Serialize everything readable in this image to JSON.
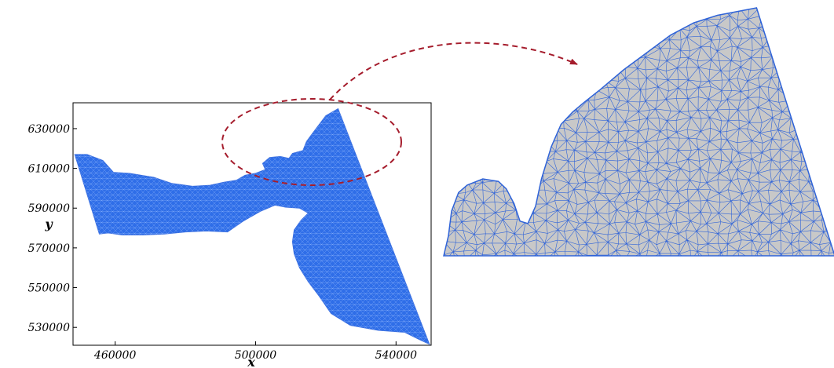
{
  "colors": {
    "mesh_fill": "#2f6ee8",
    "mesh_edge": "#3a6fe0",
    "zoom_background": "#c8c8c8",
    "zoom_edge": "#2f63d8",
    "callout": "#a51c2c",
    "axis": "#000000"
  },
  "plot": {
    "xlabel": "x",
    "ylabel": "y",
    "x_ticks": [
      {
        "value": 460000,
        "label": "460000"
      },
      {
        "value": 500000,
        "label": "500000"
      },
      {
        "value": 540000,
        "label": "540000"
      }
    ],
    "y_ticks": [
      {
        "value": 630000,
        "label": "630000"
      },
      {
        "value": 610000,
        "label": "610000"
      },
      {
        "value": 590000,
        "label": "590000"
      },
      {
        "value": 570000,
        "label": "570000"
      },
      {
        "value": 550000,
        "label": "550000"
      },
      {
        "value": 530000,
        "label": "530000"
      }
    ],
    "xlim": [
      448000,
      550000
    ],
    "ylim": [
      521000,
      643000
    ],
    "domain_outline_xy": [
      [
        448500,
        617000
      ],
      [
        452000,
        617000
      ],
      [
        456500,
        614000
      ],
      [
        459500,
        608000
      ],
      [
        464000,
        607500
      ],
      [
        471000,
        605500
      ],
      [
        476000,
        602500
      ],
      [
        482000,
        601000
      ],
      [
        487000,
        601500
      ],
      [
        491000,
        603000
      ],
      [
        494500,
        604000
      ],
      [
        497000,
        606500
      ],
      [
        500000,
        607500
      ],
      [
        503000,
        609500
      ],
      [
        506000,
        609000
      ],
      [
        507000,
        607500
      ],
      [
        503500,
        606500
      ],
      [
        502000,
        612500
      ],
      [
        504000,
        615500
      ],
      [
        507000,
        616000
      ],
      [
        509500,
        615000
      ],
      [
        510500,
        617500
      ],
      [
        513500,
        619000
      ],
      [
        514500,
        623500
      ],
      [
        517000,
        629500
      ],
      [
        520000,
        636500
      ],
      [
        523500,
        640000
      ],
      [
        549500,
        521500
      ],
      [
        546500,
        524000
      ],
      [
        542500,
        527500
      ],
      [
        535000,
        528500
      ],
      [
        527000,
        531000
      ],
      [
        521500,
        537000
      ],
      [
        518000,
        546000
      ],
      [
        515000,
        553000
      ],
      [
        512500,
        560000
      ],
      [
        511000,
        567000
      ],
      [
        510500,
        573000
      ],
      [
        511000,
        579000
      ],
      [
        513000,
        584000
      ],
      [
        515000,
        587500
      ],
      [
        512500,
        590000
      ],
      [
        508500,
        590500
      ],
      [
        505500,
        591500
      ],
      [
        501500,
        588500
      ],
      [
        496500,
        583500
      ],
      [
        492000,
        578000
      ],
      [
        486000,
        578500
      ],
      [
        480000,
        578000
      ],
      [
        474000,
        577000
      ],
      [
        468000,
        576500
      ],
      [
        462000,
        576500
      ],
      [
        458000,
        577500
      ],
      [
        455500,
        577000
      ]
    ]
  },
  "zoom": {
    "outline_norm": [
      [
        0.0,
        1.0
      ],
      [
        0.012,
        0.92
      ],
      [
        0.02,
        0.82
      ],
      [
        0.038,
        0.745
      ],
      [
        0.06,
        0.715
      ],
      [
        0.1,
        0.69
      ],
      [
        0.14,
        0.7
      ],
      [
        0.16,
        0.73
      ],
      [
        0.18,
        0.79
      ],
      [
        0.195,
        0.86
      ],
      [
        0.215,
        0.87
      ],
      [
        0.235,
        0.8
      ],
      [
        0.25,
        0.69
      ],
      [
        0.275,
        0.56
      ],
      [
        0.3,
        0.47
      ],
      [
        0.33,
        0.42
      ],
      [
        0.36,
        0.38
      ],
      [
        0.4,
        0.33
      ],
      [
        0.46,
        0.25
      ],
      [
        0.52,
        0.18
      ],
      [
        0.58,
        0.11
      ],
      [
        0.64,
        0.06
      ],
      [
        0.7,
        0.03
      ],
      [
        0.8,
        0.0
      ],
      [
        1.0,
        1.0
      ]
    ]
  }
}
